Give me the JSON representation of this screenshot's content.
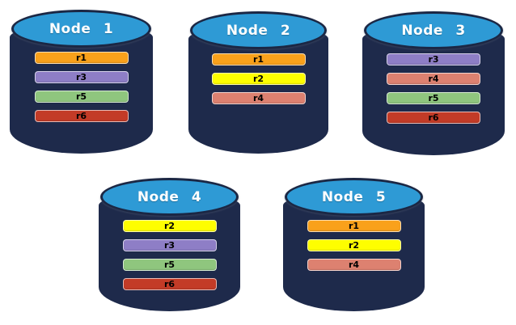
{
  "diagram": {
    "background": "#FFFFFF",
    "replica_colors": {
      "r1": "#F9A11B",
      "r2": "#FEFE00",
      "r3": "#8E7EC6",
      "r4": "#DD8170",
      "r5": "#8FC67E",
      "r6": "#C33B27"
    },
    "cylinder": {
      "body_color": "#1E2A4B",
      "top_color": "#2E9AD5",
      "outline_color": "#1B2744",
      "title_color": "#FFFFFF",
      "bar_text_color": "#000000"
    },
    "nodes": [
      {
        "title": "Node 1",
        "replicas": [
          {
            "id": "r1"
          },
          {
            "id": "r3"
          },
          {
            "id": "r5"
          },
          {
            "id": "r6"
          }
        ]
      },
      {
        "title": "Node 2",
        "replicas": [
          {
            "id": "r1"
          },
          {
            "id": "r2"
          },
          {
            "id": "r4"
          }
        ]
      },
      {
        "title": "Node 3",
        "replicas": [
          {
            "id": "r3"
          },
          {
            "id": "r4"
          },
          {
            "id": "r5"
          },
          {
            "id": "r6"
          }
        ]
      },
      {
        "title": "Node 4",
        "replicas": [
          {
            "id": "r2"
          },
          {
            "id": "r3"
          },
          {
            "id": "r5"
          },
          {
            "id": "r6"
          }
        ]
      },
      {
        "title": "Node 5",
        "replicas": [
          {
            "id": "r1"
          },
          {
            "id": "r2"
          },
          {
            "id": "r4"
          }
        ]
      }
    ]
  }
}
